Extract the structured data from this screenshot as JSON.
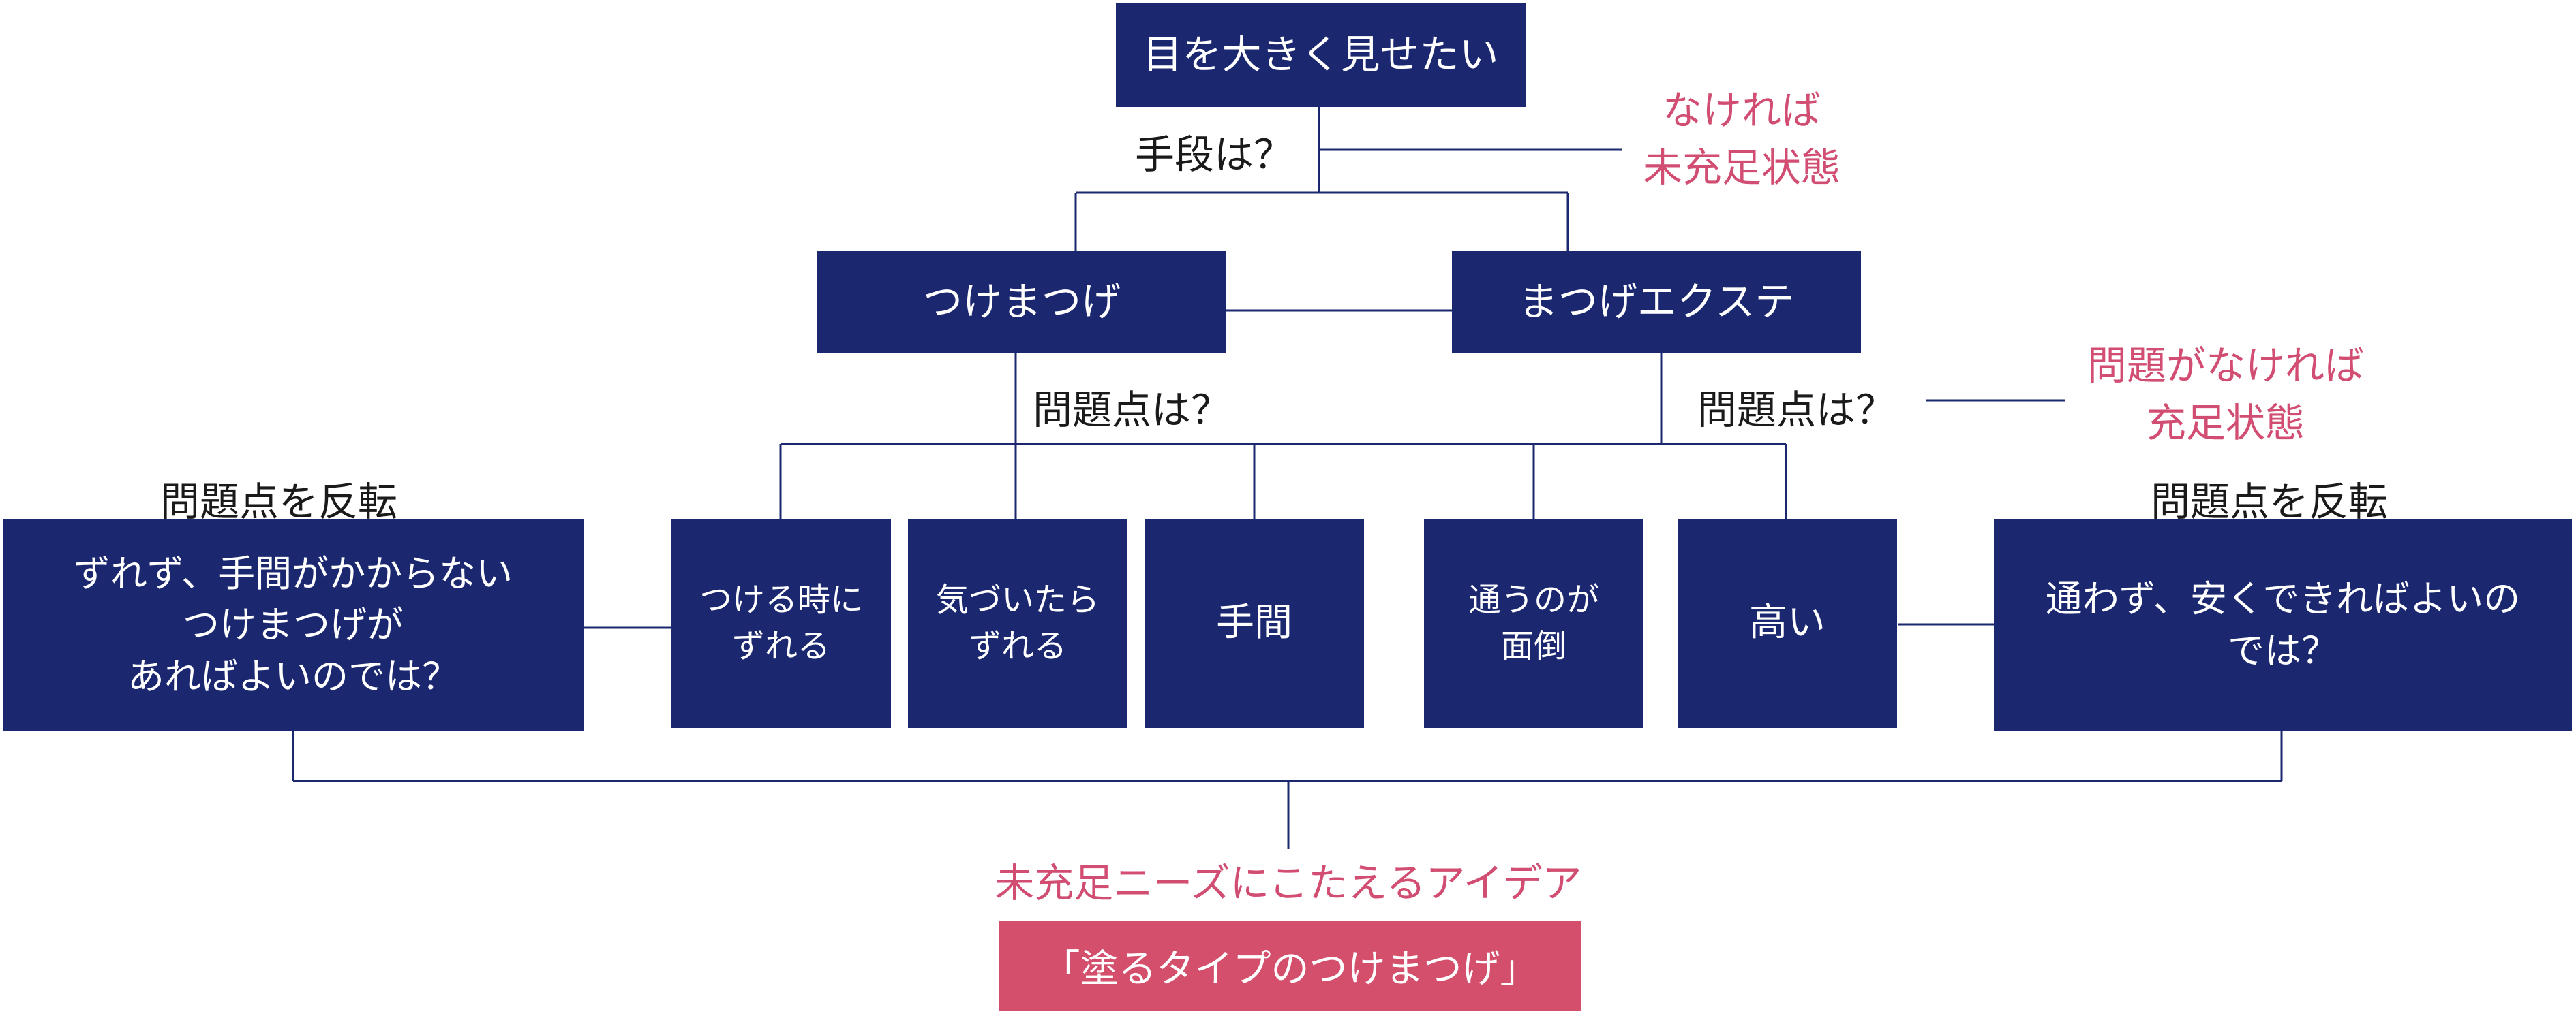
{
  "colors": {
    "node_fill": "#1b2870",
    "line": "#1b2870",
    "note_text": "#d14d72",
    "answer_fill": "#d44f6c"
  },
  "root": {
    "label": "目を大きく見せたい"
  },
  "question_means": "手段は？",
  "note_unmet": "なければ\n未充足状態",
  "tsuke": {
    "label": "つけまつげ"
  },
  "ext": {
    "label": "まつげエクステ"
  },
  "question_problem_left": "問題点は？",
  "question_problem_right": "問題点は？",
  "note_met": "問題がなければ\n充足状態",
  "reverse_left_label": "問題点を反転",
  "reverse_right_label": "問題点を反転",
  "problems": {
    "p1": "つける時に\nずれる",
    "p2": "気づいたら\nずれる",
    "p3": "手間",
    "p4": "通うのが\n面倒",
    "p5": "高い"
  },
  "reversed_left": "ずれず、手間がかからない\nつけまつげが\nあればよいのでは？",
  "reversed_right": "通わず、安くできればよいの\nでは？",
  "idea_title": "未充足ニーズにこたえるアイデア",
  "idea_answer": "「塗るタイプのつけまつげ」"
}
